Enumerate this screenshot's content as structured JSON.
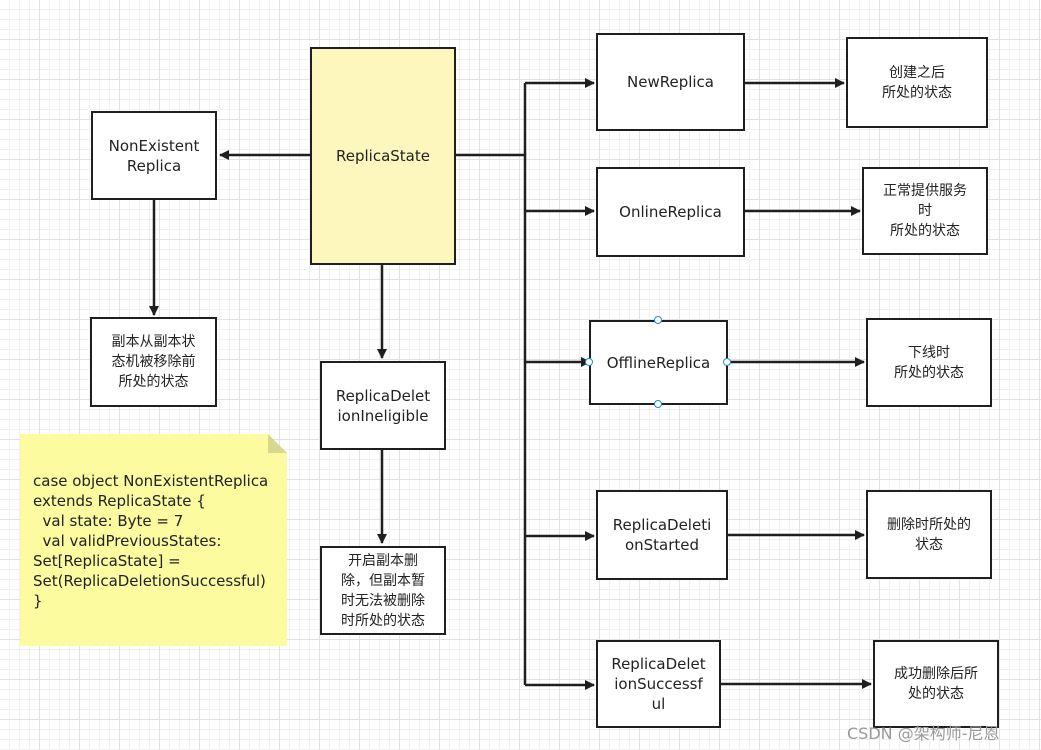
{
  "nodes": {
    "replica_state": "ReplicaState",
    "non_existent": "NonExistent\nReplica",
    "non_existent_desc": "副本从副本状\n态机被移除前\n所处的状态",
    "deletion_ineligible": "ReplicaDelet\nionIneligible",
    "deletion_ineligible_desc": "开启副本删\n除，但副本暂\n时无法被删除\n时所处的状态",
    "new_replica": "NewReplica",
    "new_replica_desc": "创建之后\n所处的状态",
    "online_replica": "OnlineReplica",
    "online_replica_desc": "正常提供服务\n时\n所处的状态",
    "offline_replica": "OfflineReplica",
    "offline_replica_desc": "下线时\n所处的状态",
    "deletion_started": "ReplicaDeleti\nonStarted",
    "deletion_started_desc": "删除时所处的\n状态",
    "deletion_successful": "ReplicaDelet\nionSuccessf\nul",
    "deletion_successful_desc": "成功删除后所\n处的状态"
  },
  "note": {
    "text": "case object NonExistentReplica\nextends ReplicaState {\n  val state: Byte = 7\n  val validPreviousStates:\nSet[ReplicaState] =\nSet(ReplicaDeletionSuccessful)\n}"
  },
  "watermark": "CSDN @架构师-尼恩",
  "colors": {
    "root_fill": "#fdf7bd",
    "note_fill": "#fdfb9f",
    "stroke": "#1f1f1f",
    "handle": "#1a8ee0"
  }
}
